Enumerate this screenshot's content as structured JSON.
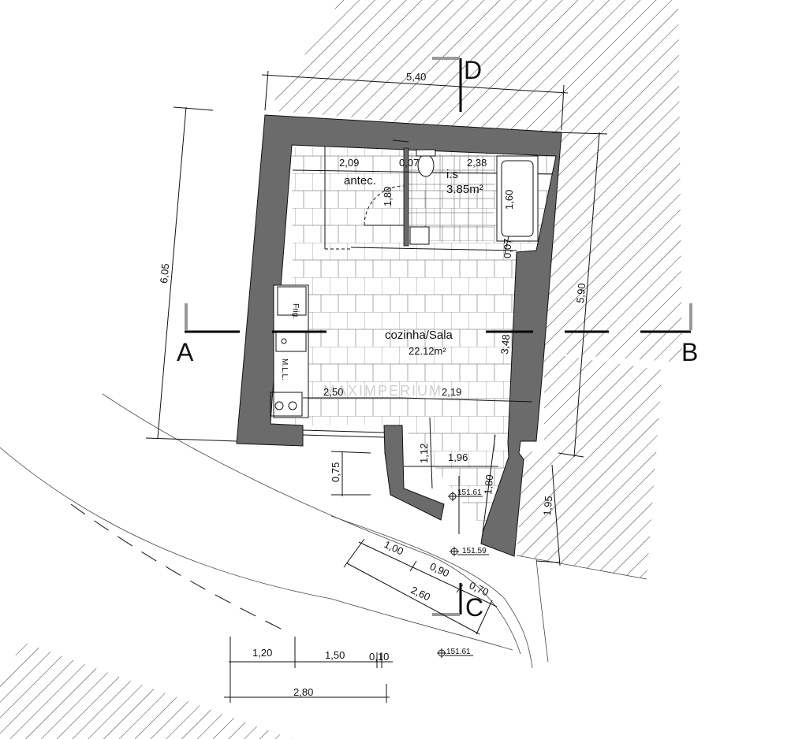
{
  "sections": {
    "a": "A",
    "b": "B",
    "c": "C",
    "d": "D"
  },
  "rooms": {
    "entry": {
      "name": "antec."
    },
    "bathroom": {
      "name": "i.s",
      "area": "3.85m²"
    },
    "living": {
      "name": "cozinha/Sala",
      "area": "22.12m²"
    }
  },
  "fixtures": {
    "fridge": "Frig.",
    "dishwasher": "M.L.L."
  },
  "dimensions": {
    "d540": "5,40",
    "d605": "6,05",
    "d590": "5,90",
    "d209": "2,09",
    "d007a": "0,07",
    "d238": "2,38",
    "d180a": "1,80",
    "d160": "1,60",
    "d007b": "0,07",
    "d348": "3,48",
    "d250": "2,50",
    "d219": "2,19",
    "d112": "1,12",
    "d196": "1,96",
    "d180b": "1,80",
    "d075": "0,75",
    "d195": "1,95",
    "d100": "1,00",
    "d090": "0,90",
    "d070": "0,70",
    "d260": "2,60",
    "d120": "1,20",
    "d150": "1,50",
    "d010": "0,10",
    "d280": "2,80"
  },
  "levels": {
    "l1": "151.61",
    "l2": "151.59",
    "l3": "151.61"
  },
  "watermark": "MAXIMPERIUM",
  "colors": {
    "wall": "#6b6b6b",
    "line": "#111111",
    "marker": "#999999"
  }
}
